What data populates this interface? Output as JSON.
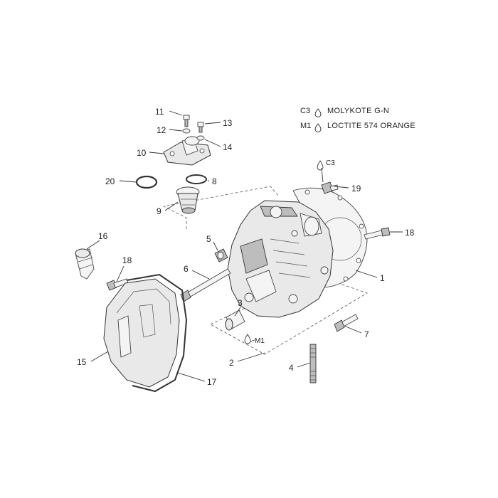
{
  "legend": [
    {
      "code": "C3",
      "text": "MOLYKOTE G-N"
    },
    {
      "code": "M1",
      "text": "LOCTITE 574 ORANGE"
    }
  ],
  "callouts": {
    "p1": "1",
    "p2": "2",
    "p3": "3",
    "p4": "4",
    "p5": "5",
    "p6": "6",
    "p7": "7",
    "p8": "8",
    "p9": "9",
    "p10": "10",
    "p11": "11",
    "p12": "12",
    "p13": "13",
    "p14": "14",
    "p15": "15",
    "p16": "16",
    "p17": "17",
    "p18a": "18",
    "p18b": "18",
    "p19": "19",
    "p20": "20"
  },
  "application_marks": {
    "c3": "C3",
    "m1": "M1"
  },
  "icons": {
    "drop": "drop-icon"
  }
}
